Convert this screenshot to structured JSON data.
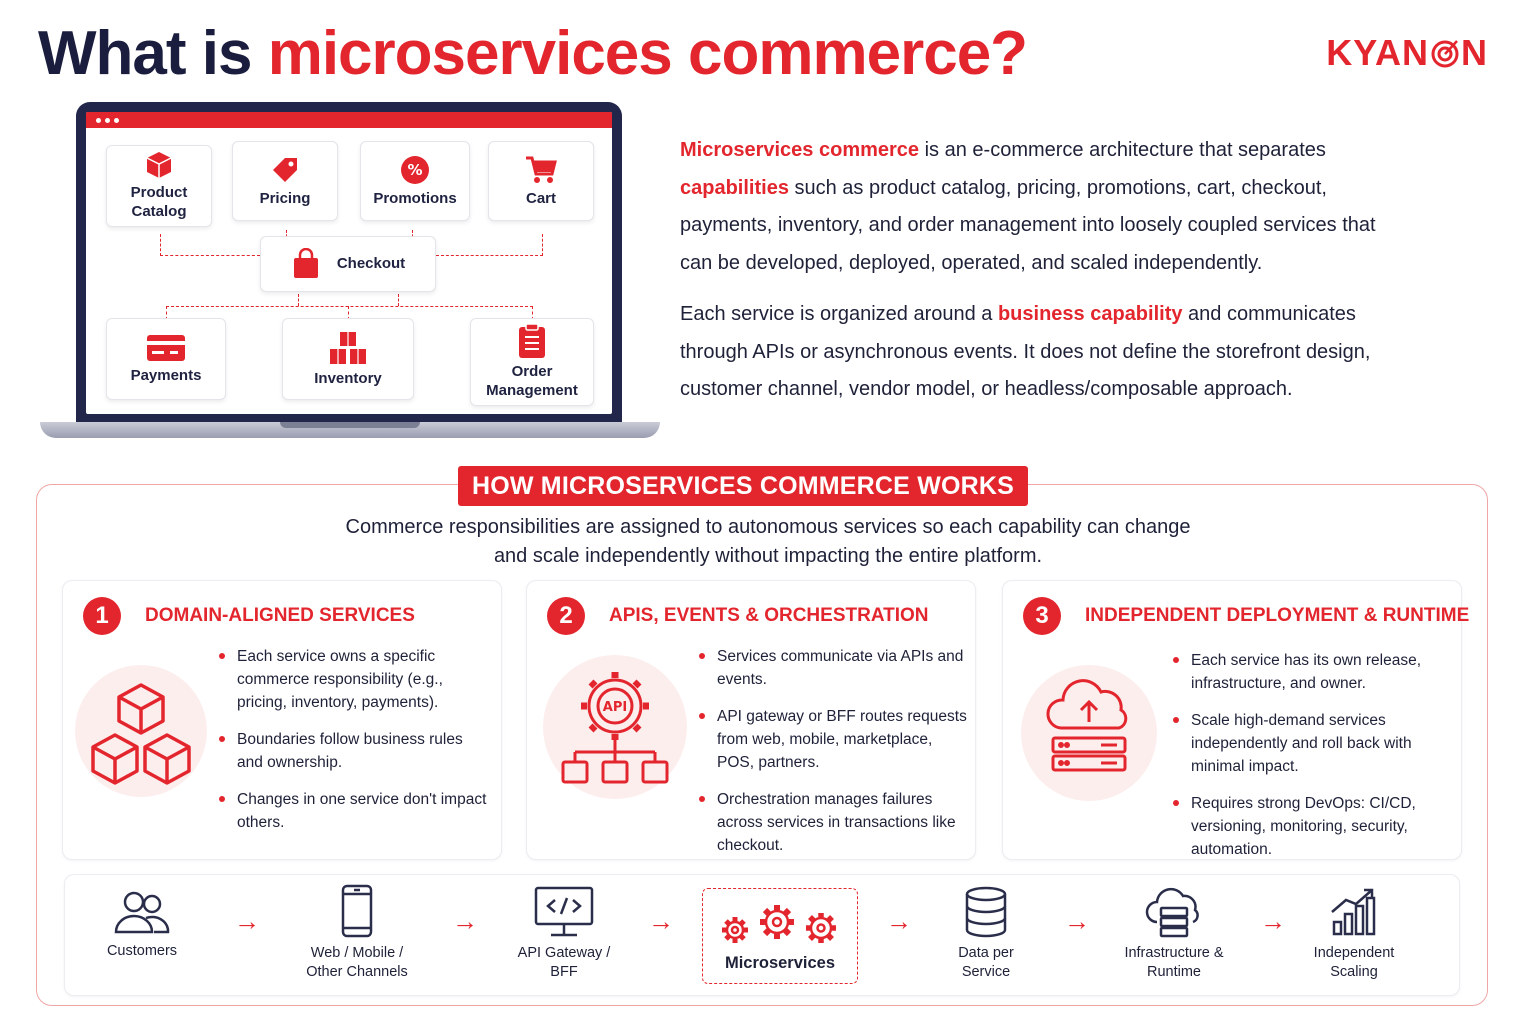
{
  "title": {
    "part1": "What is ",
    "part2": "microservices commerce?"
  },
  "logo": {
    "text_left": "KYAN",
    "text_right": "N"
  },
  "laptop": {
    "services": {
      "product_catalog": "Product Catalog",
      "pricing": "Pricing",
      "promotions": "Promotions",
      "cart": "Cart",
      "checkout": "Checkout",
      "payments": "Payments",
      "inventory": "Inventory",
      "order_management": "Order Management"
    }
  },
  "description": {
    "p1": {
      "hl1": "Microservices commerce",
      "t1": " is an e-commerce architecture that separates ",
      "hl2": "capabilities",
      "t2": " such as product catalog, pricing, promotions, cart, checkout, payments, inventory, and order management into loosely coupled services that can be developed, deployed, operated, and scaled independently."
    },
    "p2": {
      "t1": "Each service is organized around a ",
      "hl1": "business capability",
      "t2": " and communicates through APIs or asynchronous events. It does not define the storefront design, customer channel, vendor model, or headless/composable approach."
    }
  },
  "how": {
    "banner": "HOW MICROSERVICES COMMERCE WORKS",
    "subtitle_line1": "Commerce responsibilities are assigned to autonomous services so each capability can change",
    "subtitle_line2": "and scale independently without impacting the entire platform."
  },
  "cards": [
    {
      "num": "1",
      "title": "DOMAIN-ALIGNED SERVICES",
      "bullets": [
        "Each service owns a specific commerce responsibility (e.g., pricing, inventory, payments).",
        "Boundaries follow business rules and ownership.",
        "Changes in one service don't impact others."
      ]
    },
    {
      "num": "2",
      "title": "APIS, EVENTS & ORCHESTRATION",
      "icon_label": "API",
      "bullets": [
        "Services communicate via APIs and events.",
        "API gateway or BFF routes requests from web, mobile, marketplace, POS, partners.",
        "Orchestration manages failures across services in transactions like checkout."
      ]
    },
    {
      "num": "3",
      "title": "INDEPENDENT DEPLOYMENT & RUNTIME",
      "bullets": [
        "Each service has its own release, infrastructure, and owner.",
        "Scale high-demand services independently and roll back with minimal impact.",
        "Requires strong DevOps: CI/CD, versioning, monitoring, security, automation."
      ]
    }
  ],
  "flow": {
    "steps": [
      "Customers",
      "Web / Mobile / Other Channels",
      "API Gateway / BFF",
      "Microservices",
      "Data per Service",
      "Infrastructure & Runtime",
      "Independent Scaling"
    ],
    "arrow": "→"
  },
  "colors": {
    "accent": "#e3262d",
    "navy": "#1a1d3d",
    "tint": "#fdeeee"
  }
}
